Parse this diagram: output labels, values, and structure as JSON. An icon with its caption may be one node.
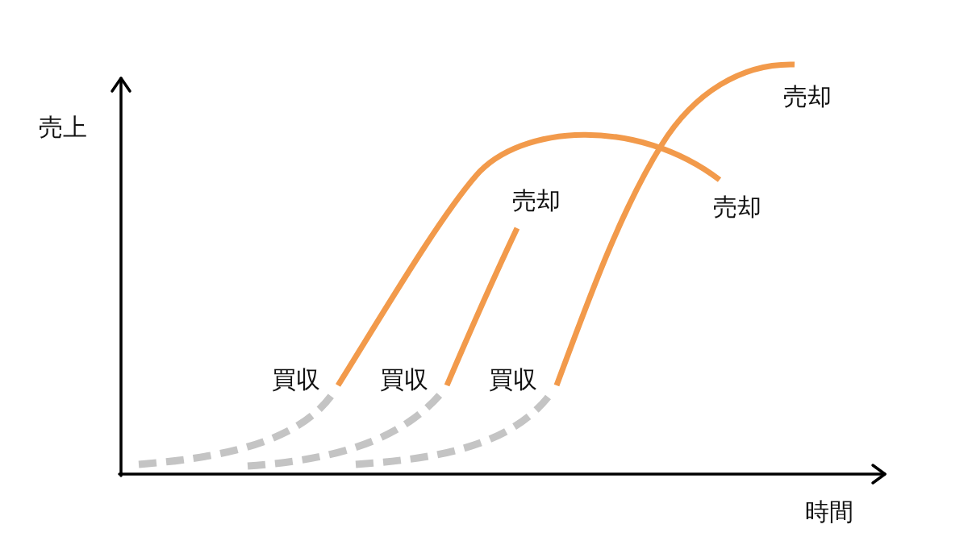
{
  "diagram": {
    "labels": [
      "売上",
      "売却",
      "売却",
      "売却",
      "買収",
      "買収",
      "買収",
      "時間"
    ]
  }
}
